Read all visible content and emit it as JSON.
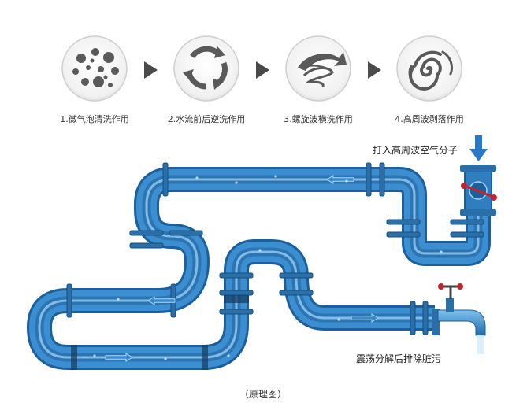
{
  "steps": [
    {
      "label": "1.微气泡清洗作用",
      "icon": "bubbles-icon"
    },
    {
      "label": "2.水流前后逆洗作用",
      "icon": "cycle-arrows-icon"
    },
    {
      "label": "3.螺旋波横洗作用",
      "icon": "spiral-wave-icon"
    },
    {
      "label": "4.高周波剥落作用",
      "icon": "swirl-icon"
    }
  ],
  "annotations": {
    "inlet": "打入高周波空气分子",
    "outlet": "震荡分解后排除脏污"
  },
  "caption": "（原理图）",
  "colors": {
    "pipe": "#3b8fd0",
    "pipe_dark": "#1b5f9c",
    "pipe_light": "#9fd4f5",
    "flange": "#2a6fa8",
    "arrow_gray": "#4a4a4a",
    "inlet_arrow": "#2a78c8",
    "valve_red": "#c0252f"
  }
}
